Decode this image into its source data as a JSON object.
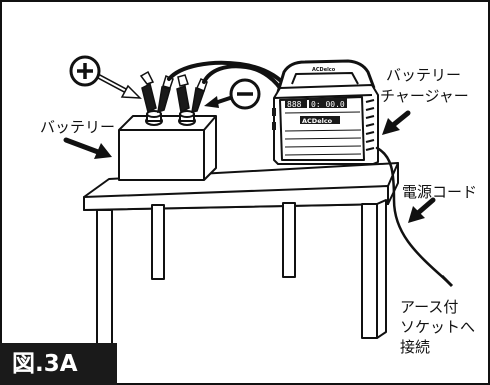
{
  "labels": {
    "battery": "バッテリー",
    "charger_line1": "バッテリー",
    "charger_line2": "チャージャー",
    "power_cord": "電源コード",
    "ground_line1": "アース付",
    "ground_line2": "ソケットへ",
    "ground_line3": "接続",
    "figure": "図.3A"
  },
  "symbols": {
    "plus": "+",
    "minus": "−"
  },
  "charger": {
    "brand": "ACDelco",
    "display_left": "888",
    "display_right": "0: 00.0",
    "top_logo": "ACDelco"
  },
  "colors": {
    "line": "#111111",
    "badge_bg": "#1a1a1a",
    "badge_text": "#ffffff"
  }
}
